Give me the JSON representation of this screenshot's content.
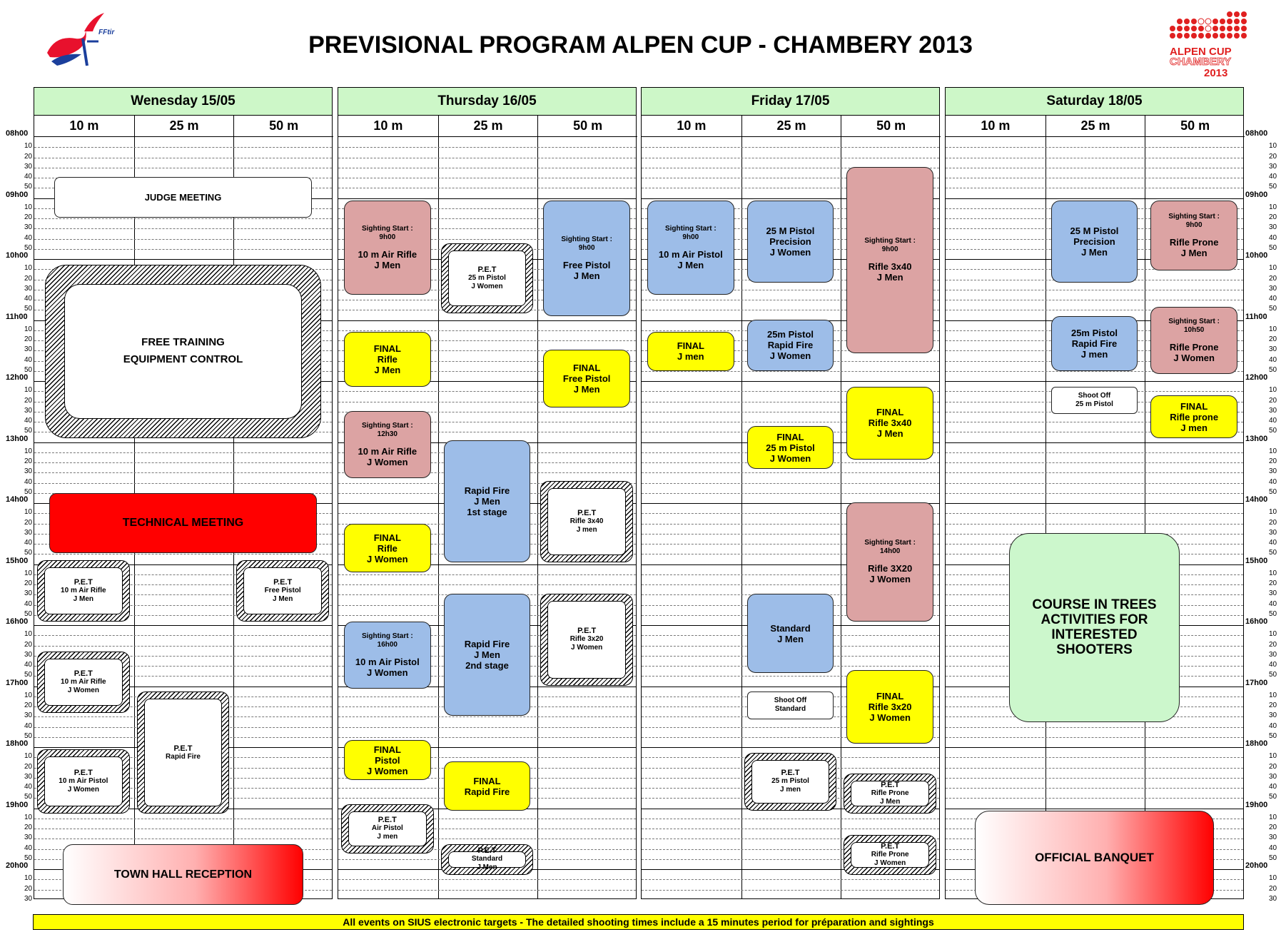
{
  "header": {
    "title": "PREVISIONAL PROGRAM ALPEN CUP - CHAMBERY 2013",
    "logo_left_text": "FFtir",
    "logo_right": {
      "line1": "ALPEN CUP",
      "line2": "CHAMBERY",
      "line3": "2013"
    }
  },
  "colors": {
    "day_header": "#cdf7c8",
    "sighting": "#dca3a3",
    "pistol_match": "#9dbde8",
    "final": "#ffff00",
    "technical": "#ff0000",
    "activity": "#ccf7cc",
    "footer": "#ffff00"
  },
  "time_labels": [
    "08h00",
    "10",
    "20",
    "30",
    "40",
    "50",
    "09h00",
    "10",
    "20",
    "30",
    "40",
    "50",
    "10h00",
    "10",
    "20",
    "30",
    "40",
    "50",
    "11h00",
    "10",
    "20",
    "30",
    "40",
    "50",
    "12h00",
    "10",
    "20",
    "30",
    "40",
    "50",
    "13h00",
    "10",
    "20",
    "30",
    "40",
    "50",
    "14h00",
    "10",
    "20",
    "30",
    "40",
    "50",
    "15h00",
    "10",
    "20",
    "30",
    "40",
    "50",
    "16h00",
    "10",
    "20",
    "30",
    "40",
    "50",
    "17h00",
    "10",
    "20",
    "30",
    "40",
    "50",
    "18h00",
    "10",
    "20",
    "30",
    "40",
    "50",
    "19h00",
    "10",
    "20",
    "30",
    "40",
    "50",
    "20h00",
    "10",
    "20",
    "30"
  ],
  "days": [
    {
      "label": "Wenesday 15/05",
      "ranges": [
        "10 m",
        "25 m",
        "50 m"
      ]
    },
    {
      "label": "Thursday 16/05",
      "ranges": [
        "10 m",
        "25 m",
        "50 m"
      ]
    },
    {
      "label": "Friday 17/05",
      "ranges": [
        "10 m",
        "25 m",
        "50 m"
      ]
    },
    {
      "label": "Saturday 18/05",
      "ranges": [
        "10 m",
        "25 m",
        "50 m"
      ]
    }
  ],
  "events": [
    {
      "name": "judge-meeting",
      "style": "white",
      "day": 0,
      "col": 0,
      "span": 3,
      "start": 8.67,
      "end": 9.33,
      "lines": [
        "JUDGE MEETING"
      ]
    },
    {
      "name": "free-training",
      "style": "hatch-big",
      "day": 0,
      "col": 0,
      "span": 3,
      "start": 10.1,
      "end": 12.95,
      "lines": [
        "FREE TRAINING",
        "EQUIPMENT CONTROL"
      ]
    },
    {
      "name": "technical-meeting",
      "style": "red",
      "day": 0,
      "col": 0,
      "span": 3,
      "start": 13.85,
      "end": 14.83,
      "lines": [
        "TECHNICAL MEETING"
      ]
    },
    {
      "name": "pet-10m-air-rifle-j-men",
      "style": "hatch",
      "day": 0,
      "col": 0,
      "span": 1,
      "start": 14.95,
      "end": 15.95,
      "lines": [
        "P.E.T",
        "10 m Air Rifle",
        "J Men"
      ]
    },
    {
      "name": "pet-free-pistol-j-men",
      "style": "hatch",
      "day": 0,
      "col": 2,
      "span": 1,
      "start": 14.95,
      "end": 15.95,
      "lines": [
        "P.E.T",
        "Free Pistol",
        "J Men"
      ]
    },
    {
      "name": "pet-10m-air-rifle-j-women",
      "style": "hatch",
      "day": 0,
      "col": 0,
      "span": 1,
      "start": 16.45,
      "end": 17.45,
      "lines": [
        "P.E.T",
        "10 m Air Rifle",
        "J Women"
      ]
    },
    {
      "name": "pet-rapid-fire",
      "style": "hatch",
      "day": 0,
      "col": 1,
      "span": 1,
      "start": 17.1,
      "end": 19.1,
      "lines": [
        "P.E.T",
        "Rapid Fire"
      ]
    },
    {
      "name": "pet-10m-air-pistol-j-women",
      "style": "hatch",
      "day": 0,
      "col": 0,
      "span": 1,
      "start": 18.05,
      "end": 19.1,
      "lines": [
        "P.E.T",
        "10 m Air Pistol",
        "J Women"
      ]
    },
    {
      "name": "town-hall-reception",
      "style": "gradient",
      "day": 0,
      "col": 0,
      "span": 3,
      "start": 19.6,
      "end": 20.6,
      "lines": [
        "TOWN HALL RECEPTION"
      ]
    },
    {
      "name": "thu-10m-air-rifle-j-men",
      "style": "pink",
      "day": 1,
      "col": 0,
      "span": 1,
      "start": 9.05,
      "end": 10.6,
      "sighting": "Sighting Start :",
      "sighting_time": "9h00",
      "lines": [
        "10 m Air Rifle",
        "J Men"
      ]
    },
    {
      "name": "thu-pet-25m-pistol-j-women",
      "style": "hatch",
      "day": 1,
      "col": 1,
      "span": 1,
      "start": 9.75,
      "end": 10.9,
      "lines": [
        "P.E.T",
        "25 m Pistol",
        "J Women"
      ]
    },
    {
      "name": "thu-free-pistol-j-men",
      "style": "blue",
      "day": 1,
      "col": 2,
      "span": 1,
      "start": 9.05,
      "end": 10.95,
      "sighting": "Sighting Start :",
      "sighting_time": "9h00",
      "lines": [
        "Free Pistol",
        "J Men"
      ]
    },
    {
      "name": "thu-final-rifle-j-men",
      "style": "yellow",
      "day": 1,
      "col": 0,
      "span": 1,
      "start": 11.2,
      "end": 12.1,
      "lines": [
        "FINAL",
        "Rifle",
        "J Men"
      ]
    },
    {
      "name": "thu-final-free-pistol-j-men",
      "style": "yellow",
      "day": 1,
      "col": 2,
      "span": 1,
      "start": 11.5,
      "end": 12.45,
      "lines": [
        "FINAL",
        "Free Pistol",
        "J Men"
      ]
    },
    {
      "name": "thu-10m-air-rifle-j-women",
      "style": "pink",
      "day": 1,
      "col": 0,
      "span": 1,
      "start": 12.5,
      "end": 13.6,
      "sighting": "Sighting Start :",
      "sighting_time": "12h30",
      "lines": [
        "10 m Air Rifle",
        "J Women"
      ]
    },
    {
      "name": "thu-rapid-fire-1st-stage",
      "style": "blue",
      "day": 1,
      "col": 1,
      "span": 1,
      "start": 12.98,
      "end": 14.98,
      "lines": [
        "Rapid Fire",
        "J Men",
        "1st stage"
      ]
    },
    {
      "name": "thu-pet-rifle-3x40-j-men",
      "style": "hatch",
      "day": 1,
      "col": 2,
      "span": 1,
      "start": 13.65,
      "end": 14.98,
      "lines": [
        "P.E.T",
        "Rifle 3x40",
        "J men"
      ]
    },
    {
      "name": "thu-final-rifle-j-women",
      "style": "yellow",
      "day": 1,
      "col": 0,
      "span": 1,
      "start": 14.35,
      "end": 15.15,
      "lines": [
        "FINAL",
        "Rifle",
        "J Women"
      ]
    },
    {
      "name": "thu-rapid-fire-2nd-stage",
      "style": "blue",
      "day": 1,
      "col": 1,
      "span": 1,
      "start": 15.5,
      "end": 17.5,
      "lines": [
        "Rapid Fire",
        "J Men",
        "2nd stage"
      ]
    },
    {
      "name": "thu-pet-rifle-3x20-j-women",
      "style": "hatch",
      "day": 1,
      "col": 2,
      "span": 1,
      "start": 15.5,
      "end": 17.0,
      "lines": [
        "P.E.T",
        "Rifle 3x20",
        "J Women"
      ]
    },
    {
      "name": "thu-10m-air-pistol-j-women",
      "style": "blue",
      "day": 1,
      "col": 0,
      "span": 1,
      "start": 15.95,
      "end": 17.05,
      "sighting": "Sighting Start :",
      "sighting_time": "16h00",
      "lines": [
        "10 m Air Pistol",
        "J Women"
      ]
    },
    {
      "name": "thu-final-pistol-j-women",
      "style": "yellow",
      "day": 1,
      "col": 0,
      "span": 1,
      "start": 17.9,
      "end": 18.55,
      "lines": [
        "FINAL",
        "Pistol",
        "J Women"
      ]
    },
    {
      "name": "thu-final-rapid-fire",
      "style": "yellow",
      "day": 1,
      "col": 1,
      "span": 1,
      "start": 18.25,
      "end": 19.05,
      "lines": [
        "FINAL",
        "Rapid Fire"
      ]
    },
    {
      "name": "thu-pet-air-pistol-j-men",
      "style": "hatch",
      "day": 1,
      "col": 0,
      "span": 1,
      "start": 18.95,
      "end": 19.75,
      "lines": [
        "P.E.T",
        "Air Pistol",
        "J men"
      ]
    },
    {
      "name": "thu-pet-standard-j-men",
      "style": "hatch",
      "day": 1,
      "col": 1,
      "span": 1,
      "start": 19.6,
      "end": 20.1,
      "lines": [
        "P.E.T",
        "Standard",
        "J Men"
      ]
    },
    {
      "name": "fri-10m-air-pistol-j-men",
      "style": "blue",
      "day": 2,
      "col": 0,
      "span": 1,
      "start": 9.05,
      "end": 10.6,
      "sighting": "Sighting Start :",
      "sighting_time": "9h00",
      "lines": [
        "10 m Air Pistol",
        "J Men"
      ]
    },
    {
      "name": "fri-25m-pistol-precision-j-women",
      "style": "blue",
      "day": 2,
      "col": 1,
      "span": 1,
      "start": 9.05,
      "end": 10.4,
      "lines": [
        "25 M Pistol",
        "Precision",
        "J Women"
      ]
    },
    {
      "name": "fri-rifle-3x40-j-men",
      "style": "pink",
      "day": 2,
      "col": 2,
      "span": 1,
      "start": 8.5,
      "end": 11.55,
      "sighting": "Sighting Start :",
      "sighting_time": "9h00",
      "lines": [
        "Rifle 3x40",
        "J Men"
      ]
    },
    {
      "name": "fri-final-j-men",
      "style": "yellow",
      "day": 2,
      "col": 0,
      "span": 1,
      "start": 11.2,
      "end": 11.85,
      "lines": [
        "FINAL",
        "J men"
      ]
    },
    {
      "name": "fri-25m-pistol-rapid-fire-j-women",
      "style": "blue",
      "day": 2,
      "col": 1,
      "span": 1,
      "start": 11.0,
      "end": 11.85,
      "lines": [
        "25m Pistol",
        "Rapid Fire",
        "J Women"
      ]
    },
    {
      "name": "fri-final-rifle-3x40-j-men",
      "style": "yellow",
      "day": 2,
      "col": 2,
      "span": 1,
      "start": 12.1,
      "end": 13.3,
      "lines": [
        "FINAL",
        "Rifle 3x40",
        "J Men"
      ]
    },
    {
      "name": "fri-final-25m-pistol-j-women",
      "style": "yellow",
      "day": 2,
      "col": 1,
      "span": 1,
      "start": 12.75,
      "end": 13.45,
      "lines": [
        "FINAL",
        "25 m Pistol",
        "J Women"
      ]
    },
    {
      "name": "fri-rifle-3x20-j-women",
      "style": "pink",
      "day": 2,
      "col": 2,
      "span": 1,
      "start": 14.0,
      "end": 15.95,
      "sighting": "Sighting Start :",
      "sighting_time": "14h00",
      "lines": [
        "Rifle 3X20",
        "J Women"
      ]
    },
    {
      "name": "fri-standard-j-men",
      "style": "blue",
      "day": 2,
      "col": 1,
      "span": 1,
      "start": 15.5,
      "end": 16.8,
      "lines": [
        "Standard",
        "J Men"
      ]
    },
    {
      "name": "fri-shoot-off-standard",
      "style": "white-small",
      "day": 2,
      "col": 1,
      "span": 1,
      "start": 17.1,
      "end": 17.55,
      "lines": [
        "Shoot Off",
        "Standard"
      ]
    },
    {
      "name": "fri-final-rifle-3x20-j-women",
      "style": "yellow",
      "day": 2,
      "col": 2,
      "span": 1,
      "start": 16.75,
      "end": 17.95,
      "lines": [
        "FINAL",
        "Rifle 3x20",
        "J Women"
      ]
    },
    {
      "name": "fri-pet-25m-pistol-j-men",
      "style": "hatch",
      "day": 2,
      "col": 1,
      "span": 1,
      "start": 18.1,
      "end": 19.05,
      "lines": [
        "P.E.T",
        "25 m Pistol",
        "J men"
      ]
    },
    {
      "name": "fri-pet-rifle-prone-j-men",
      "style": "hatch",
      "day": 2,
      "col": 2,
      "span": 1,
      "start": 18.45,
      "end": 19.1,
      "lines": [
        "P.E.T",
        "Rifle Prone",
        "J Men"
      ]
    },
    {
      "name": "fri-pet-rifle-prone-j-women",
      "style": "hatch",
      "day": 2,
      "col": 2,
      "span": 1,
      "start": 19.45,
      "end": 20.1,
      "lines": [
        "P.E.T",
        "Rifle Prone",
        "J Women"
      ]
    },
    {
      "name": "sat-25m-pistol-precision-j-men",
      "style": "blue",
      "day": 3,
      "col": 1,
      "span": 1,
      "start": 9.05,
      "end": 10.4,
      "lines": [
        "25 M Pistol",
        "Precision",
        "J Men"
      ]
    },
    {
      "name": "sat-rifle-prone-j-men",
      "style": "pink",
      "day": 3,
      "col": 2,
      "span": 1,
      "start": 9.05,
      "end": 10.2,
      "sighting": "Sighting Start :",
      "sighting_time": "9h00",
      "lines": [
        "Rifle Prone",
        "J Men"
      ]
    },
    {
      "name": "sat-25m-pistol-rapid-fire-j-men",
      "style": "blue",
      "day": 3,
      "col": 1,
      "span": 1,
      "start": 10.95,
      "end": 11.85,
      "lines": [
        "25m Pistol",
        "Rapid Fire",
        "J men"
      ]
    },
    {
      "name": "sat-rifle-prone-j-women",
      "style": "pink",
      "day": 3,
      "col": 2,
      "span": 1,
      "start": 10.8,
      "end": 11.9,
      "sighting": "Sighting Start :",
      "sighting_time": "10h50",
      "lines": [
        "Rifle Prone",
        "J Women"
      ]
    },
    {
      "name": "sat-shoot-off-25m-pistol",
      "style": "white-small",
      "day": 3,
      "col": 1,
      "span": 1,
      "start": 12.1,
      "end": 12.55,
      "lines": [
        "Shoot Off",
        "25 m Pistol"
      ]
    },
    {
      "name": "sat-final-rifle-prone-j-men",
      "style": "yellow",
      "day": 3,
      "col": 2,
      "span": 1,
      "start": 12.25,
      "end": 12.95,
      "lines": [
        "FINAL",
        "Rifle prone",
        "J men"
      ]
    },
    {
      "name": "sat-course-in-trees",
      "style": "mint",
      "day": 3,
      "col": 0,
      "span": 3,
      "start": 14.5,
      "end": 17.6,
      "lines": [
        "COURSE IN TREES",
        "ACTIVITIES FOR",
        "INTERESTED",
        "SHOOTERS"
      ]
    },
    {
      "name": "sat-official-banquet",
      "style": "gradient",
      "day": 3,
      "col": 0,
      "span": 3,
      "start": 19.05,
      "end": 20.6,
      "lines": [
        "OFFICIAL BANQUET"
      ]
    }
  ],
  "footer": "All events on SIUS electronic targets - The detailed shooting times include a 15 minutes period for préparation and sightings"
}
